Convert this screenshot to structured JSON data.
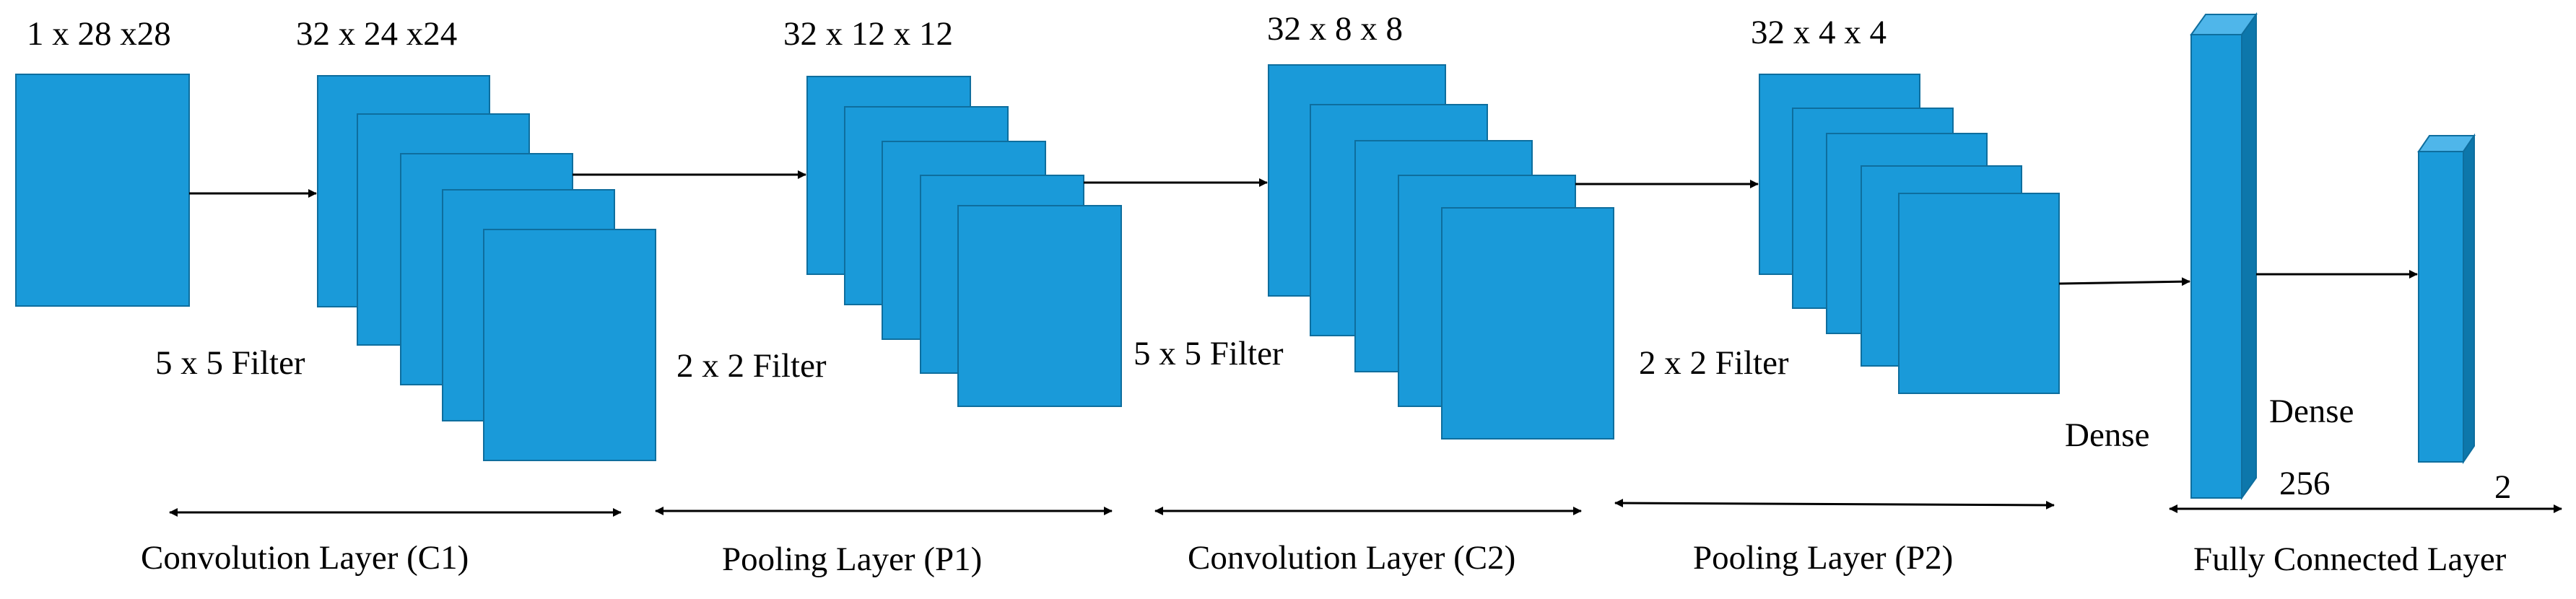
{
  "dimension_labels": {
    "input": "1 x 28 x28",
    "c1": "32 x 24 x24",
    "p1": "32 x 12 x 12",
    "c2": "32 x 8 x 8",
    "p2": "32 x 4 x 4"
  },
  "filter_labels": {
    "c1": "5 x 5 Filter",
    "p1": "2 x 2 Filter",
    "c2": "5 x 5 Filter",
    "p2": "2 x 2 Filter"
  },
  "dense_labels": {
    "first": "Dense",
    "second": "Dense"
  },
  "unit_counts": {
    "dense1": "256",
    "dense2": "2"
  },
  "layer_names": {
    "c1": "Convolution Layer (C1)",
    "p1": "Pooling Layer (P1)",
    "c2": "Convolution Layer (C2)",
    "p2": "Pooling Layer (P2)",
    "fc": "Fully Connected Layer"
  },
  "colors": {
    "block_fill": "#1a9ad9",
    "block_stroke": "#0e6e9e",
    "block_top": "#4fb6ea",
    "block_side": "#0d77ab"
  }
}
